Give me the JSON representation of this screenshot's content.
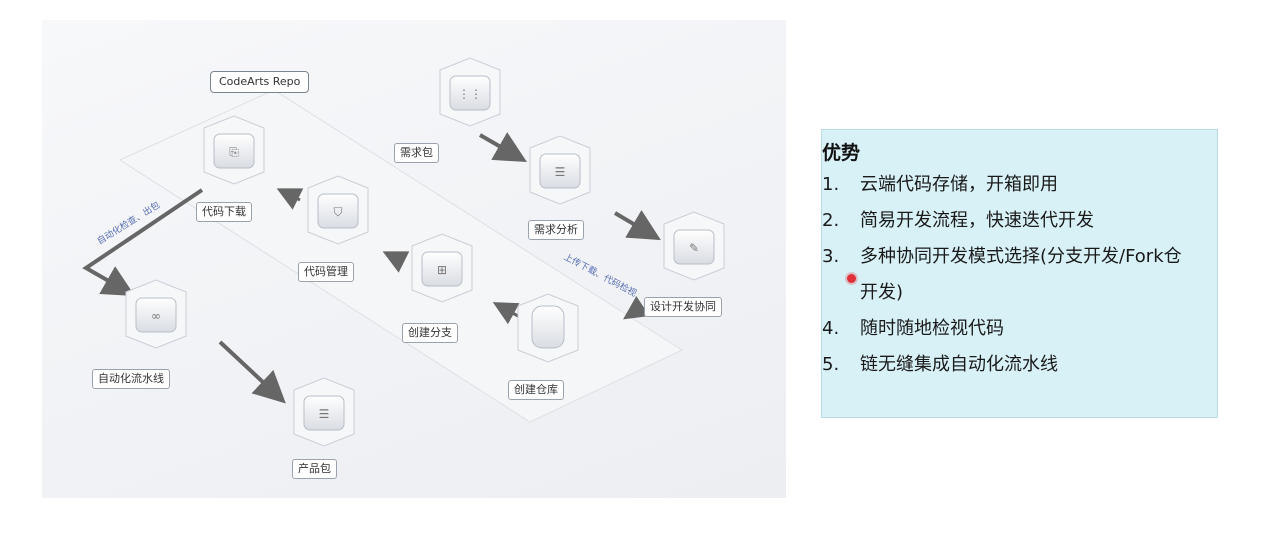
{
  "diagram": {
    "repo_label": "CodeArts Repo",
    "path_left": "自动化检查、出包",
    "path_right": "上传下载、代码检视",
    "nodes": {
      "requirement_pack": "需求包",
      "requirement_analysis": "需求分析",
      "design_dev": "设计开发协同",
      "create_repo": "创建仓库",
      "create_branch": "创建分支",
      "code_mgmt": "代码管理",
      "code_download": "代码下载",
      "pipeline": "自动化流水线",
      "product_pack": "产品包"
    }
  },
  "advantages": {
    "title": "优势",
    "items": [
      {
        "num": "1.",
        "text": "云端代码存储，开箱即用"
      },
      {
        "num": "2.",
        "text": "简易开发流程，快速迭代开发"
      },
      {
        "num": "3.",
        "text": "多种协同开发模式选择(分支开发/Fork仓",
        "text2": "开发)"
      },
      {
        "num": "4.",
        "text": "随时随地检视代码"
      },
      {
        "num": "5.",
        "text": "链无缝集成自动化流水线"
      }
    ]
  },
  "colors": {
    "panel_bg": "#eef0f3",
    "advantages_bg": "#d8f1f6",
    "arrow": "#666666",
    "path_text": "#5a6fb3",
    "cursor": "#e0313a"
  }
}
